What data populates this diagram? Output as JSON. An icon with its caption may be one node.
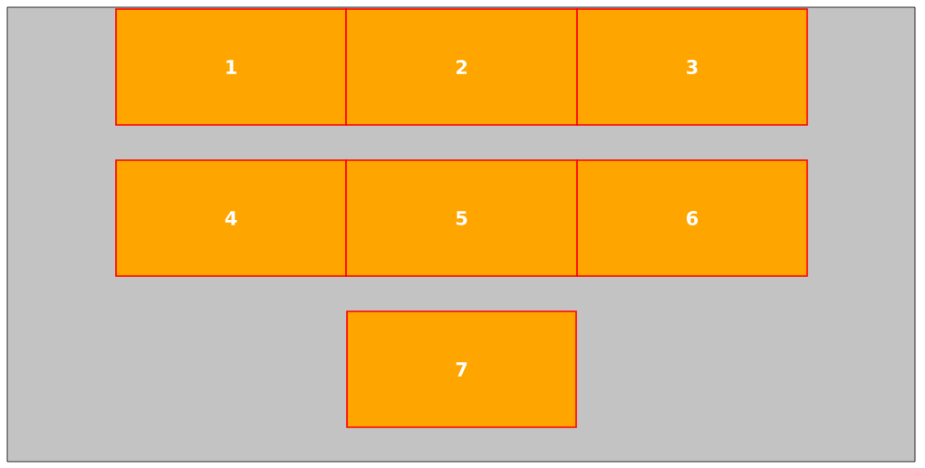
{
  "diagram": {
    "nodes": [
      {
        "text": [],
        "shape": "box"
      },
      {
        "text": [
          "1"
        ],
        "in": 0
      },
      {
        "text": [
          "2"
        ],
        "in": 0
      },
      {
        "text": [
          "3"
        ],
        "in": 0
      },
      {
        "text": [
          "4"
        ],
        "in": 0
      },
      {
        "text": [
          "5"
        ],
        "in": 0
      },
      {
        "text": [
          "6"
        ],
        "in": 0
      },
      {
        "text": [
          "7"
        ],
        "in": 0
      }
    ]
  }
}
